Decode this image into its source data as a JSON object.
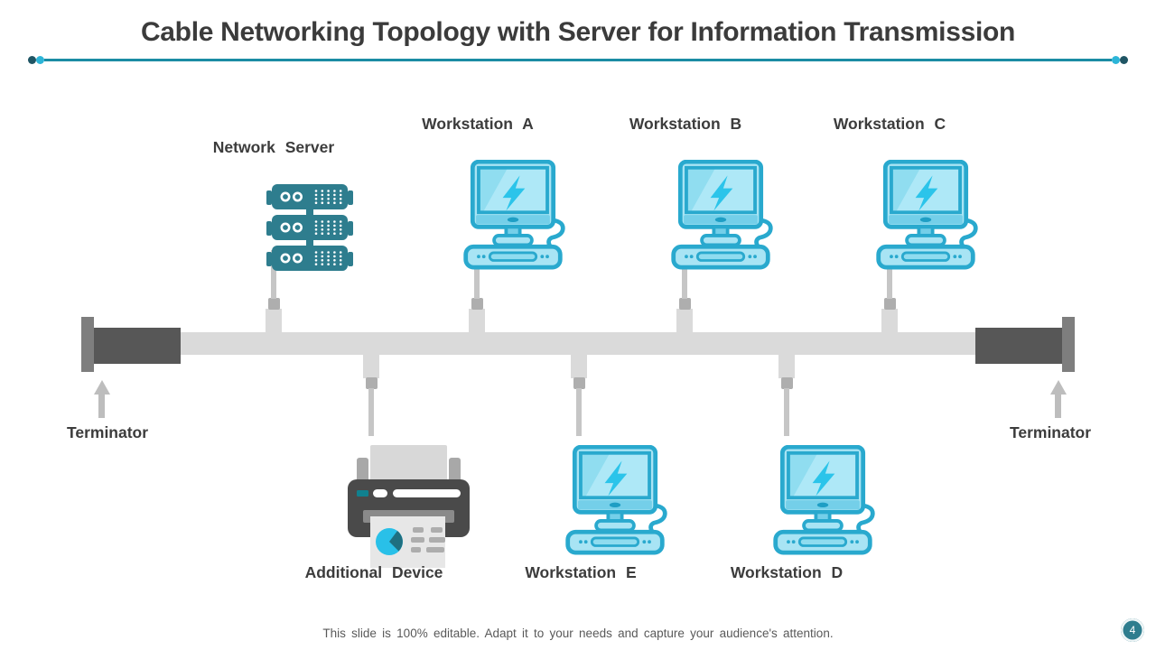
{
  "slide": {
    "title": "Cable Networking Topology with Server for Information Transmission",
    "footer": "This slide is 100% editable. Adapt it to your needs and capture your audience's attention.",
    "page_number": "4"
  },
  "colors": {
    "accent_teal": "#2e7d8e",
    "divider_teal": "#1b8ca4",
    "workstation_outline": "#29a9ce",
    "workstation_fill": "#a8e4f4",
    "bolt_cyan": "#2bc4ea",
    "bus_gray": "#dadada",
    "terminator_dark_gray": "#575757",
    "printer_dark_gray": "#4a4a4a",
    "label_text": "#3c3c3c",
    "footer_text": "#595959"
  },
  "diagram": {
    "top_row": [
      {
        "label": "Network Server",
        "icon": "server-icon"
      },
      {
        "label": "Workstation A",
        "icon": "workstation-icon"
      },
      {
        "label": "Workstation B",
        "icon": "workstation-icon"
      },
      {
        "label": "Workstation C",
        "icon": "workstation-icon"
      }
    ],
    "bottom_row": [
      {
        "label": "Additional Device",
        "icon": "printer-icon"
      },
      {
        "label": "Workstation E",
        "icon": "workstation-icon"
      },
      {
        "label": "Workstation D",
        "icon": "workstation-icon"
      }
    ],
    "terminator_left": {
      "label": "Terminator"
    },
    "terminator_right": {
      "label": "Terminator"
    }
  }
}
